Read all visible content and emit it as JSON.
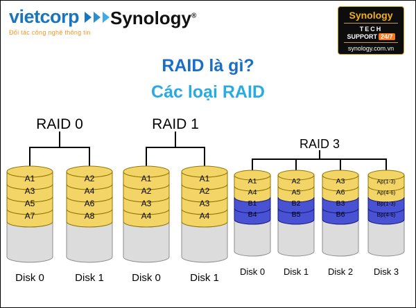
{
  "header": {
    "vietcorp": {
      "name": "vietcorp",
      "tagline": "Đối tác công nghệ thông tin"
    },
    "synology": {
      "name": "Synology",
      "registered": "®"
    },
    "badge": {
      "brand": "Synology",
      "tech": "TECH",
      "support": "SUPPORT",
      "hours": "24/7",
      "url": "synology.com.vn"
    }
  },
  "titles": {
    "main": "RAID là gì?",
    "sub": "Các loại RAID"
  },
  "raids": [
    {
      "label": "RAID 0",
      "disks": [
        {
          "label": "Disk 0",
          "bands": [
            "A1",
            "A3",
            "A5",
            "A7"
          ]
        },
        {
          "label": "Disk 1",
          "bands": [
            "A2",
            "A4",
            "A6",
            "A8"
          ]
        }
      ]
    },
    {
      "label": "RAID 1",
      "disks": [
        {
          "label": "Disk 0",
          "bands": [
            "A1",
            "A2",
            "A3",
            "A4"
          ]
        },
        {
          "label": "Disk 1",
          "bands": [
            "A1",
            "A2",
            "A3",
            "A4"
          ]
        }
      ]
    },
    {
      "label": "RAID 3",
      "disks": [
        {
          "label": "Disk 0",
          "bands": [
            "A1",
            "A4",
            "B1",
            "B4"
          ]
        },
        {
          "label": "Disk 1",
          "bands": [
            "A2",
            "A5",
            "B2",
            "B5"
          ]
        },
        {
          "label": "Disk 2",
          "bands": [
            "A3",
            "A6",
            "B3",
            "B6"
          ]
        },
        {
          "label": "Disk 3",
          "bands": [
            "Ap(1-3)",
            "Ap(4-6)",
            "Bp(1-3)",
            "Bp(4-6)"
          ]
        }
      ]
    }
  ],
  "colors": {
    "band_yellow": "#F3D567",
    "band_blue": "#4A52D4",
    "disk_body": "#DCDCDC",
    "title_blue": "#1B6EC8",
    "title_cyan": "#29ABE2",
    "vietcorp_blue": "#1B75BC",
    "tagline_orange": "#F7941D",
    "badge_gold": "#F2B01E",
    "badge_orange": "#F47920"
  }
}
